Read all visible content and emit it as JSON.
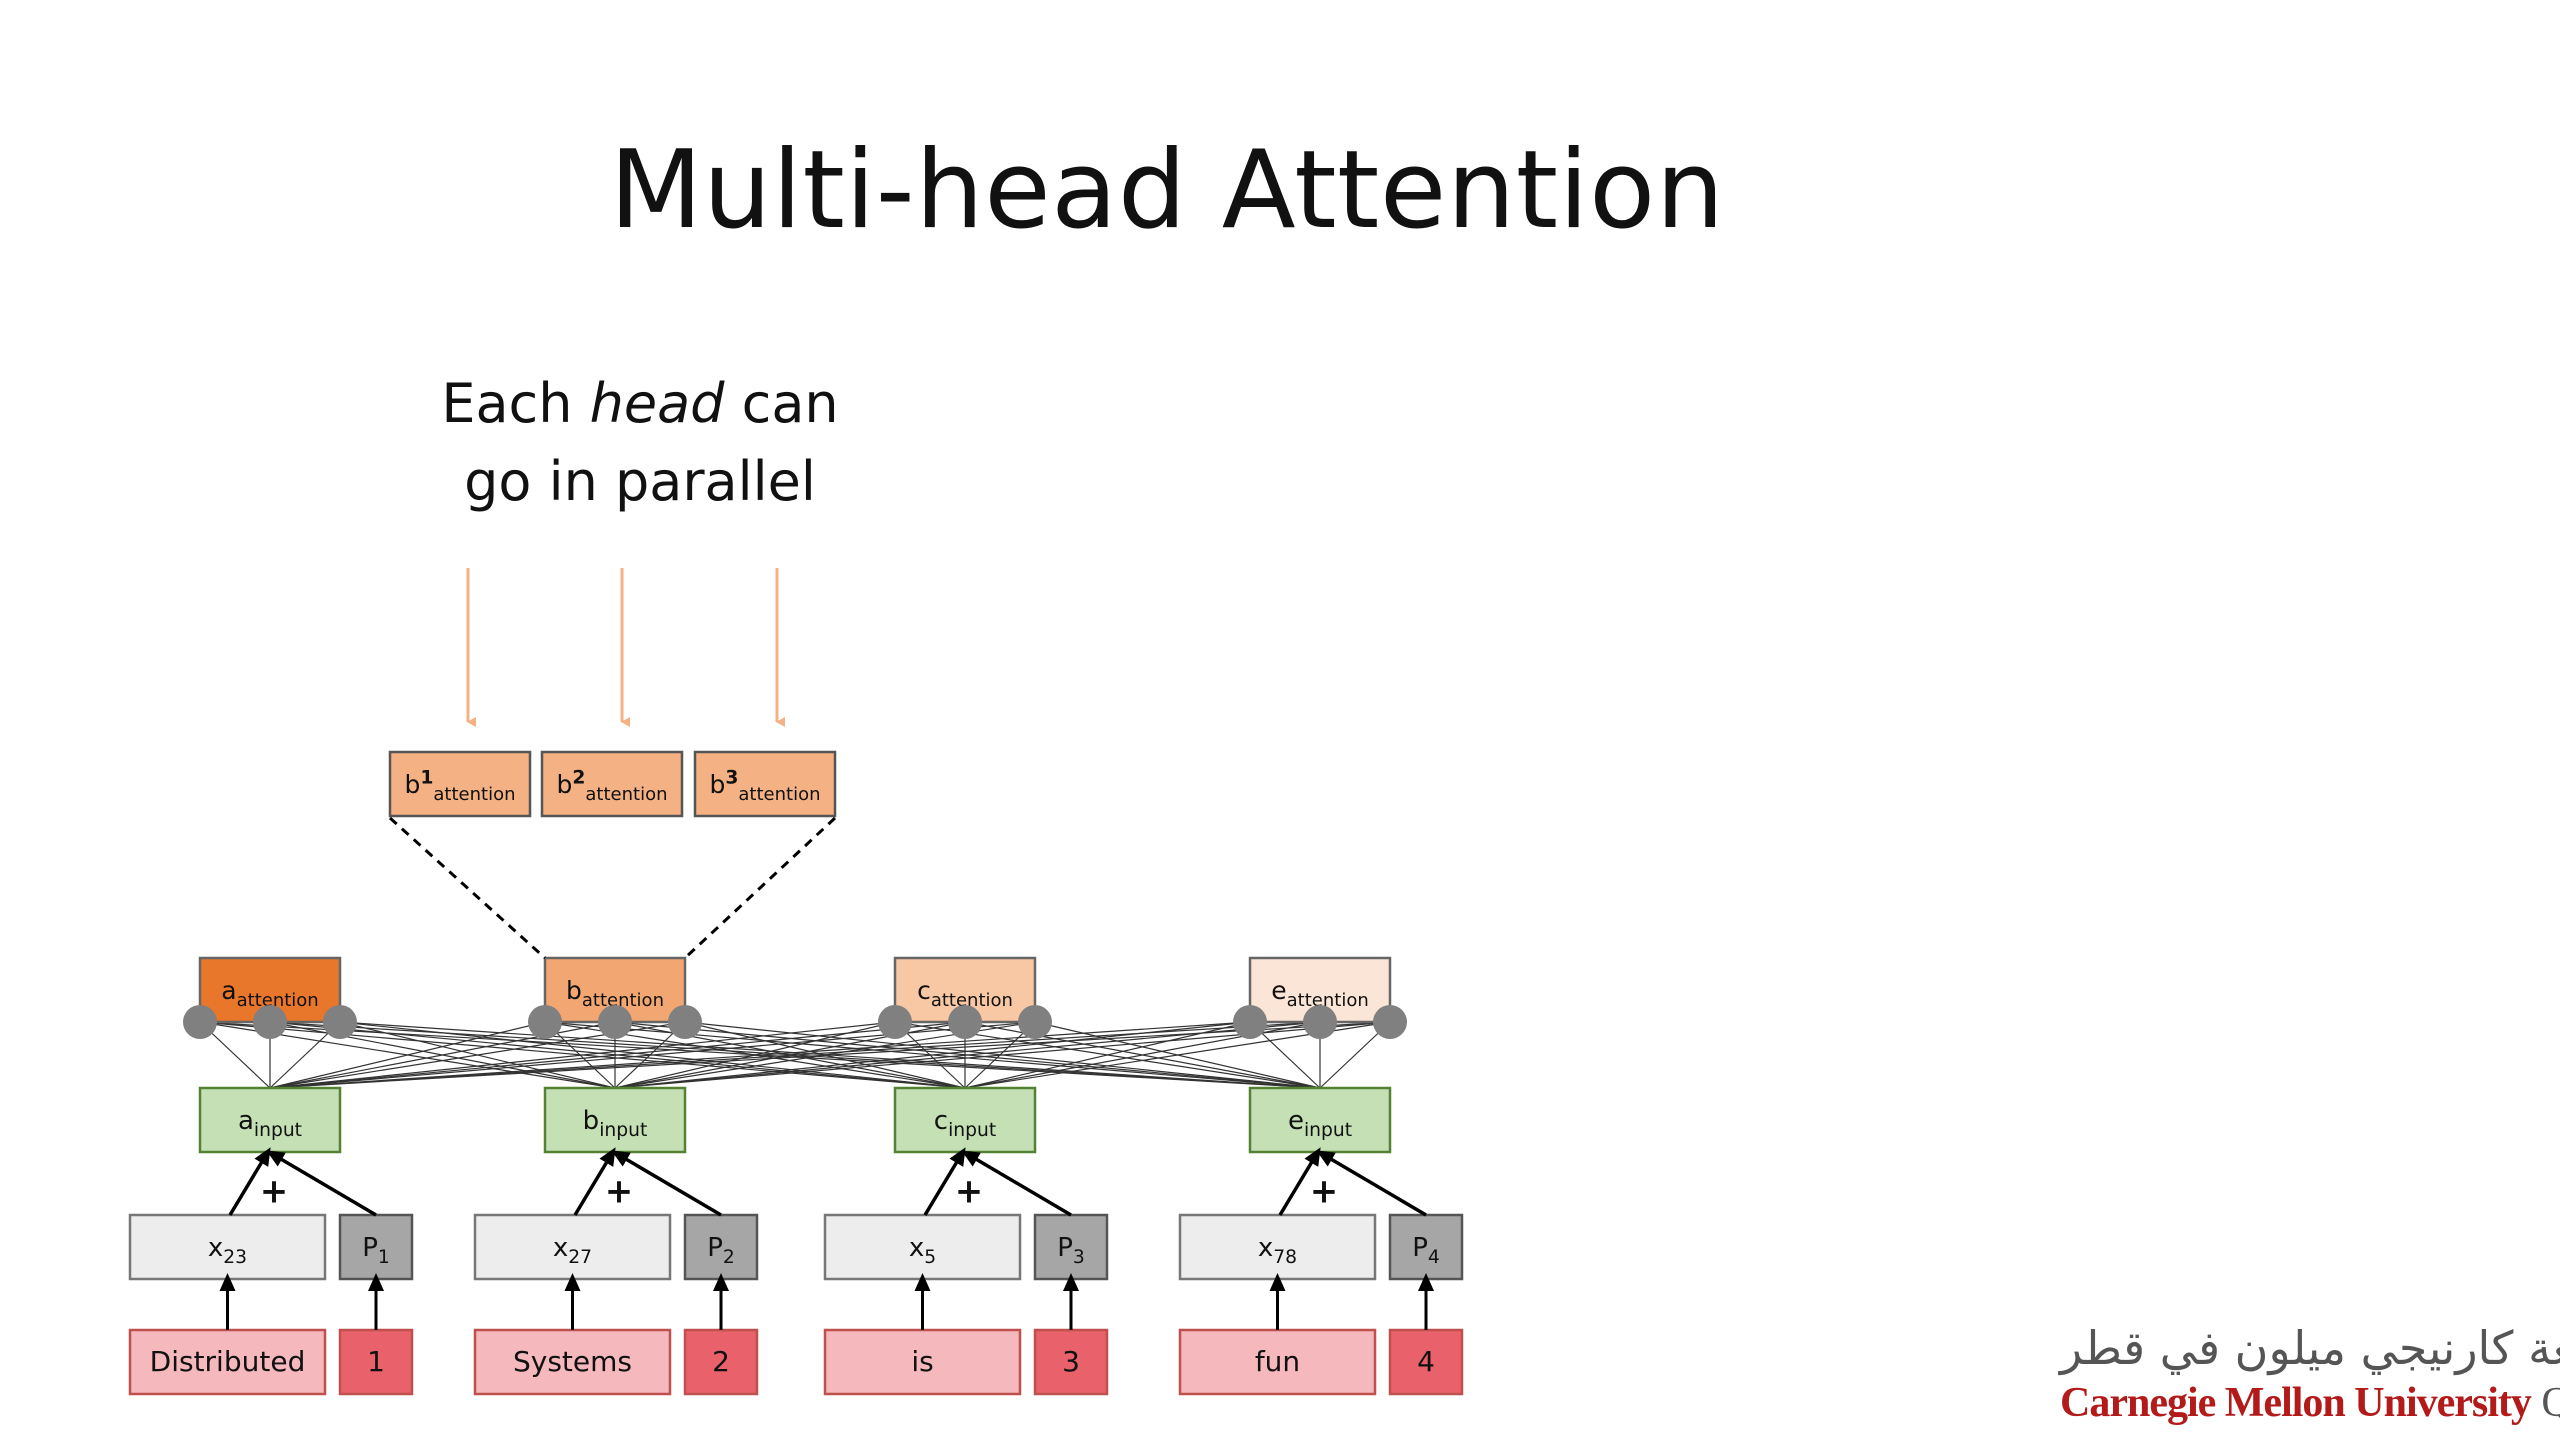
{
  "slide": {
    "title": "Multi-head Attention",
    "caption": {
      "before": "Each ",
      "emphasis": "head",
      "after": " can",
      "line2": "go in parallel"
    }
  },
  "heads": [
    {
      "base": "b",
      "sup": "1",
      "sub": "attention"
    },
    {
      "base": "b",
      "sup": "2",
      "sub": "attention"
    },
    {
      "base": "b",
      "sup": "3",
      "sub": "attention"
    }
  ],
  "columns": [
    {
      "attention": {
        "base": "a",
        "sub": "attention",
        "color": "#e8762b"
      },
      "input": {
        "base": "a",
        "sub": "input"
      },
      "plus": "+",
      "embedding": {
        "base": "x",
        "sub": "23"
      },
      "position": {
        "base": "P",
        "sub": "1"
      },
      "word": "Distributed",
      "index": "1"
    },
    {
      "attention": {
        "base": "b",
        "sub": "attention",
        "color": "#f2a772"
      },
      "input": {
        "base": "b",
        "sub": "input"
      },
      "plus": "+",
      "embedding": {
        "base": "x",
        "sub": "27"
      },
      "position": {
        "base": "P",
        "sub": "2"
      },
      "word": "Systems",
      "index": "2"
    },
    {
      "attention": {
        "base": "c",
        "sub": "attention",
        "color": "#f8c7a3"
      },
      "input": {
        "base": "c",
        "sub": "input"
      },
      "plus": "+",
      "embedding": {
        "base": "x",
        "sub": "5"
      },
      "position": {
        "base": "P",
        "sub": "3"
      },
      "word": "is",
      "index": "3"
    },
    {
      "attention": {
        "base": "e",
        "sub": "attention",
        "color": "#fbe5d6"
      },
      "input": {
        "base": "e",
        "sub": "input"
      },
      "plus": "+",
      "embedding": {
        "base": "x",
        "sub": "78"
      },
      "position": {
        "base": "P",
        "sub": "4"
      },
      "word": "fun",
      "index": "4"
    }
  ],
  "colors": {
    "head_fill": "#f4b183",
    "head_stroke": "#c55a11",
    "input_fill": "#c5e0b4",
    "input_stroke": "#548235",
    "embedding_fill": "#ededed",
    "position_fill": "#a6a6a6",
    "word_fill": "#f4b8bd",
    "index_fill": "#e8616b",
    "node_fill": "#808080",
    "arrow_peach": "#f4b183"
  },
  "logo": {
    "arabic": "جامعة كارنيجي ميلون في قطر",
    "name_red": "Carnegie Mellon University",
    "name_gray": "Qatar"
  }
}
